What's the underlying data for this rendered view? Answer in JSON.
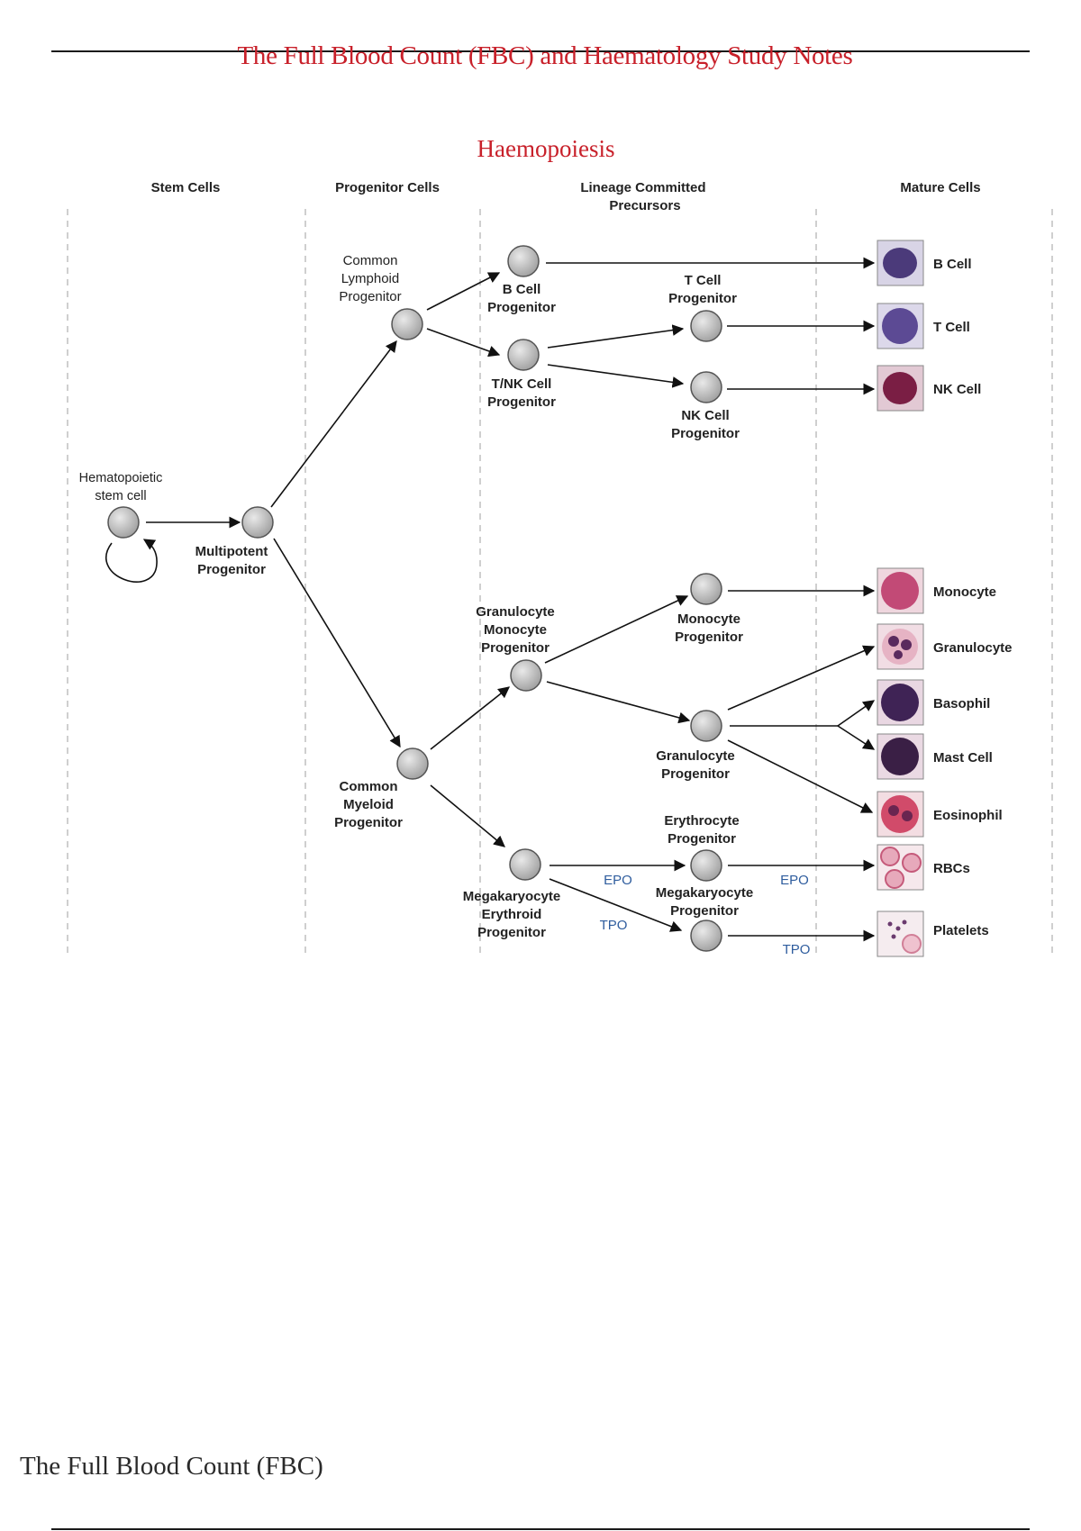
{
  "header": {
    "title": "The Full Blood Count (FBC) and Haematology  Study Notes"
  },
  "figure": {
    "title": "Haemopoiesis",
    "columns": [
      "Stem Cells",
      "Progenitor Cells",
      "Lineage Committed Precursors",
      "Mature Cells"
    ],
    "nodes": {
      "hsc": "Hematopoietic stem cell",
      "mpp": "Multipotent Progenitor",
      "clp": "Common Lymphoid Progenitor",
      "cmp": "Common Myeloid Progenitor",
      "bcp": "B Cell Progenitor",
      "tnk": "T/NK Cell Progenitor",
      "tcp": "T Cell Progenitor",
      "nkp": "NK Cell Progenitor",
      "gmp": "Granulocyte Monocyte Progenitor",
      "mep": "Megakaryocyte Erythroid Progenitor",
      "mop": "Monocyte Progenitor",
      "grp": "Granulocyte Progenitor",
      "ery": "Erythrocyte Progenitor",
      "meg": "Megakaryocyte Progenitor"
    },
    "mature_cells": [
      "B Cell",
      "T Cell",
      "NK Cell",
      "Monocyte",
      "Granulocyte",
      "Basophil",
      "Mast Cell",
      "Eosinophil",
      "RBCs",
      "Platelets"
    ],
    "growth_factors": {
      "epo": "EPO",
      "tpo": "TPO"
    },
    "colors": {
      "heading": "#c8202a",
      "growth_factor": "#2f5d9e",
      "node_fill": "#b5b5b5",
      "stain_pink": "#c24a76",
      "stain_purple": "#4a2a6e"
    }
  },
  "footer": {
    "title": "The Full Blood Count (FBC)"
  }
}
